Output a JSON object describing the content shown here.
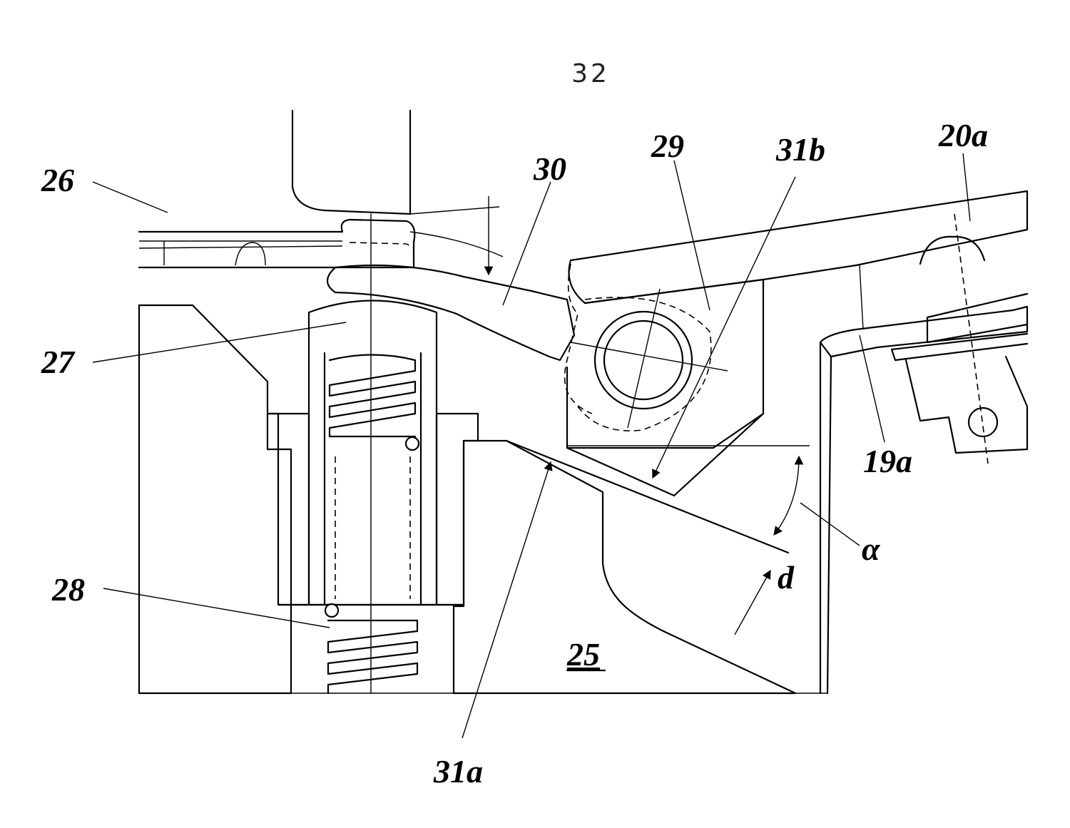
{
  "figure": {
    "number": "32"
  },
  "labels": {
    "l26": "26",
    "l27": "27",
    "l28": "28",
    "l30": "30",
    "l29": "29",
    "l31b": "31b",
    "l20a": "20a",
    "l19a": "19a",
    "l25": "25",
    "l31a": "31a",
    "alpha": "α",
    "d": "d"
  }
}
